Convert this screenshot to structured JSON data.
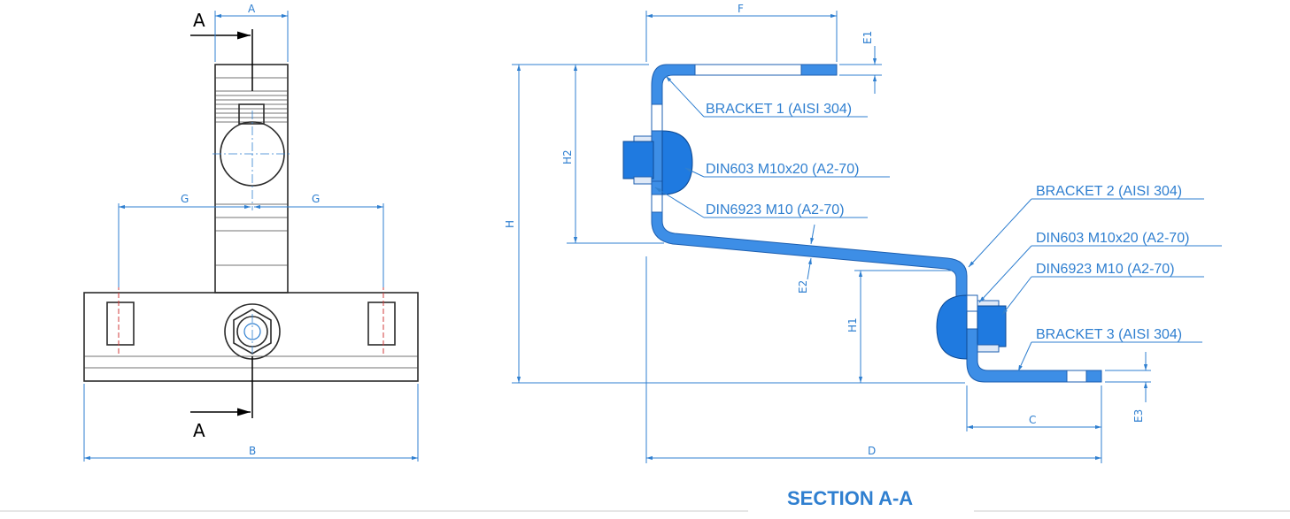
{
  "section_marks": {
    "top": "A",
    "bottom": "A"
  },
  "dimensions": {
    "a": "A",
    "b": "B",
    "c": "C",
    "d": "D",
    "f": "F",
    "g_left": "G",
    "g_right": "G",
    "h": "H",
    "h1": "H1",
    "h2": "H2",
    "e1": "E1",
    "e2": "E2",
    "e3": "E3"
  },
  "callouts": {
    "bracket1": "BRACKET 1 (AISI 304)",
    "bolt1": "DIN603 M10x20 (A2-70)",
    "nut1": "DIN6923 M10 (A2-70)",
    "bracket2": "BRACKET 2 (AISI 304)",
    "bolt2": "DIN603 M10x20 (A2-70)",
    "nut2": "DIN6923 M10 (A2-70)",
    "bracket3": "BRACKET 3 (AISI 304)"
  },
  "section_title": "SECTION A-A",
  "colors": {
    "accent": "#2f7fd0",
    "part_fill": "#3d8ee6",
    "centerline": "#d23b3b"
  }
}
